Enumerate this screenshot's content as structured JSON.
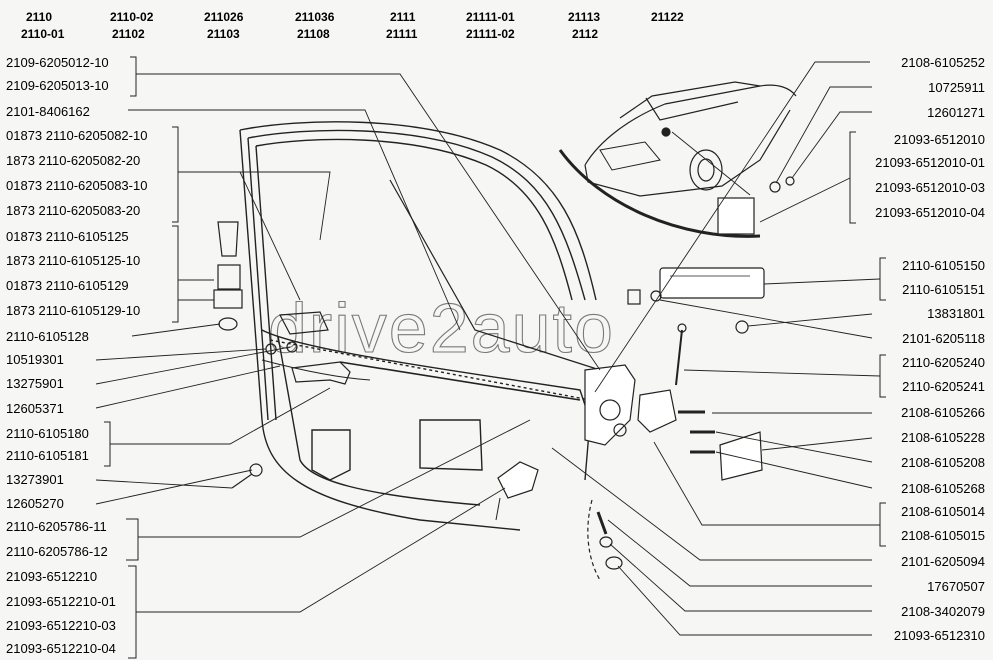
{
  "models": [
    [
      "2110",
      "2110-01"
    ],
    [
      "2110-02",
      "21102"
    ],
    [
      "211026",
      "21103"
    ],
    [
      "211036",
      "21108"
    ],
    [
      "2111",
      "21111"
    ],
    [
      "21111-01",
      "21111-02"
    ],
    [
      "21113",
      "2112"
    ],
    [
      "21122",
      ""
    ]
  ],
  "watermark": "drive2auto",
  "left_labels": [
    "2109-6205012-10",
    "2109-6205013-10",
    "2101-8406162",
    "01873 2110-6205082-10",
    "1873 2110-6205082-20",
    "01873 2110-6205083-10",
    "1873 2110-6205083-20",
    "01873 2110-6105125",
    "1873 2110-6105125-10",
    "01873 2110-6105129",
    "1873 2110-6105129-10",
    "2110-6105128",
    "10519301",
    "13275901",
    "12605371",
    "2110-6105180",
    "2110-6105181",
    "13273901",
    "12605270",
    "2110-6205786-11",
    "2110-6205786-12",
    "21093-6512210",
    "21093-6512210-01",
    "21093-6512210-03",
    "21093-6512210-04"
  ],
  "right_labels": [
    "2108-6105252",
    "10725911",
    "12601271",
    "21093-6512010",
    "21093-6512010-01",
    "21093-6512010-03",
    "21093-6512010-04",
    "2110-6105150",
    "2110-6105151",
    "13831801",
    "2101-6205118",
    "2110-6205240",
    "2110-6205241",
    "2108-6105266",
    "2108-6105228",
    "2108-6105208",
    "2108-6105268",
    "2108-6105014",
    "2108-6105015",
    "2101-6205094",
    "17670507",
    "2108-3402079",
    "21093-6512310"
  ]
}
